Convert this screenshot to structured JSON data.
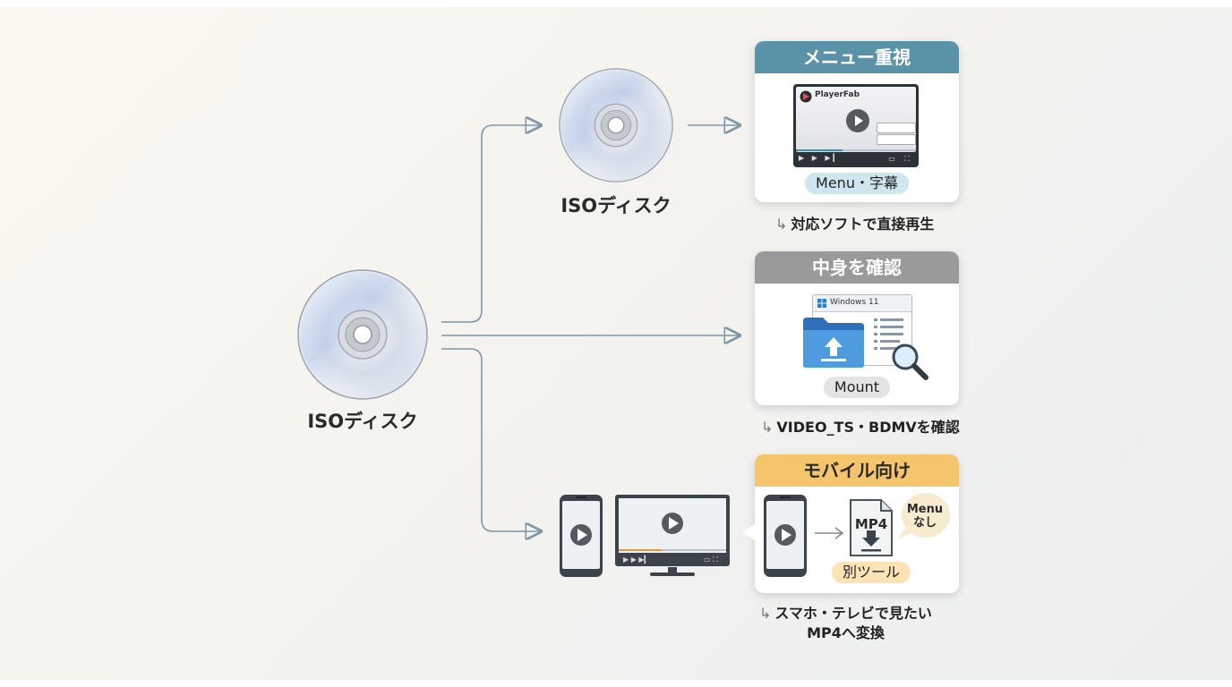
{
  "source_disc": {
    "label": "ISOディスク"
  },
  "branches": {
    "menu": {
      "disc_label": "ISOディスク",
      "header": "メニュー重視",
      "header_color": "#5a93a8",
      "player_brand": "PlayerFab",
      "pill": "Menu・字幕",
      "pill_color": "#cfe6ef",
      "caption": "対応ソフトで直接再生"
    },
    "inspect": {
      "header": "中身を確認",
      "header_color": "#9a9a9a",
      "window_title": "Windows 11",
      "pill": "Mount",
      "pill_color": "#e4e4e4",
      "caption": "VIDEO_TS・BDMVを確認"
    },
    "mobile": {
      "header": "モバイル向け",
      "header_color": "#f5c56b",
      "file_label": "MP4",
      "bubble_line1": "Menu",
      "bubble_line2": "なし",
      "pill": "別ツール",
      "pill_color": "#fbe3b4",
      "caption_line1": "スマホ・テレビで見たい",
      "caption_line2": "MP4へ変換"
    }
  },
  "icons": [
    "disc-icon",
    "play-icon",
    "folder-upload-icon",
    "magnifier-icon",
    "list-icon",
    "smartphone-icon",
    "monitor-icon",
    "mp4-file-icon",
    "download-arrow-icon",
    "speech-bubble-icon",
    "arrow-right-icon"
  ]
}
